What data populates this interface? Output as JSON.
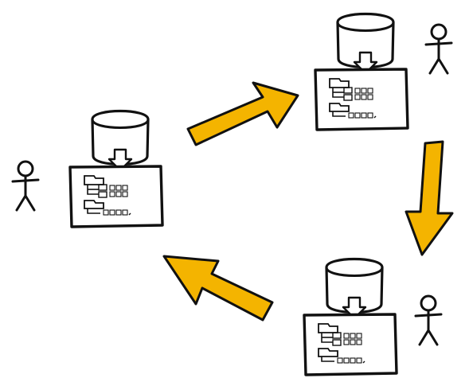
{
  "diagram": {
    "description_free": true,
    "colors": {
      "ink": "#111111",
      "arrow_fill": "#f4b400",
      "background": "#ffffff"
    },
    "nodes": [
      {
        "id": "left",
        "parts": [
          "database-cylinder",
          "download-arrow-icon",
          "file-tree-panel",
          "stick-figure"
        ]
      },
      {
        "id": "top-right",
        "parts": [
          "database-cylinder",
          "download-arrow-icon",
          "file-tree-panel",
          "stick-figure"
        ]
      },
      {
        "id": "bottom-right",
        "parts": [
          "database-cylinder",
          "download-arrow-icon",
          "file-tree-panel",
          "stick-figure"
        ]
      }
    ],
    "edges": [
      {
        "from": "left",
        "to": "top-right",
        "icon": "flow-arrow"
      },
      {
        "from": "top-right",
        "to": "bottom-right",
        "icon": "flow-arrow"
      },
      {
        "from": "bottom-right",
        "to": "left",
        "icon": "flow-arrow"
      }
    ]
  }
}
